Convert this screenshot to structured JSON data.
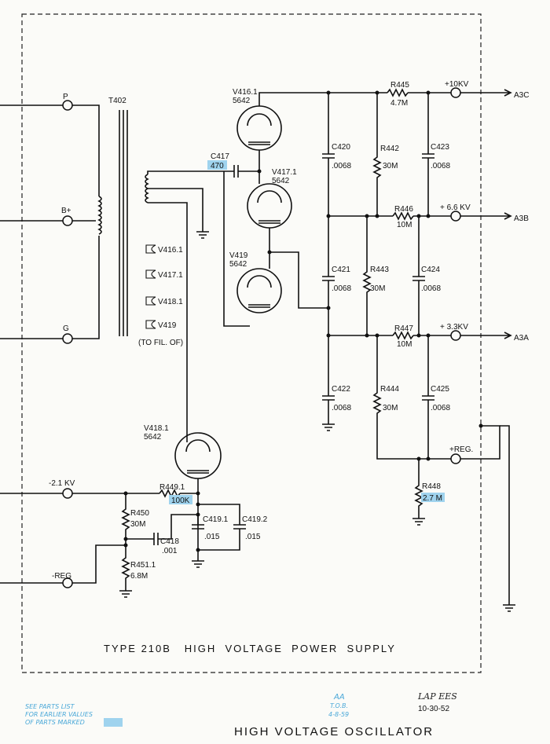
{
  "frame_title": "TYPE 210B   HIGH  VOLTAGE  POWER  SUPPLY",
  "drawing_title": "HIGH VOLTAGE OSCILLATOR",
  "notes": {
    "parts_list": [
      "SEE PARTS LIST",
      "FOR EARLIER VALUES",
      "OF PARTS MARKED"
    ],
    "stamp": [
      "AA",
      "T.O.B.",
      "4-8-59"
    ],
    "signature": "LAP EES",
    "date": "10-30-52"
  },
  "transformer": {
    "ref": "T402",
    "primary_terminals": [
      "P",
      "B+",
      "G"
    ],
    "filament_taps": [
      "V416.1",
      "V417.1",
      "V418.1",
      "V419"
    ],
    "filament_note": "(TO FIL. OF)"
  },
  "tubes": [
    {
      "ref": "V416.1",
      "type": "5642"
    },
    {
      "ref": "V417.1",
      "type": "5642"
    },
    {
      "ref": "V419",
      "type": "5642"
    },
    {
      "ref": "V418.1",
      "type": "5642"
    }
  ],
  "capacitors": [
    {
      "ref": "C417",
      "value": "470"
    },
    {
      "ref": "C420",
      "value": ".0068"
    },
    {
      "ref": "C421",
      "value": ".0068"
    },
    {
      "ref": "C422",
      "value": ".0068"
    },
    {
      "ref": "C423",
      "value": ".0068"
    },
    {
      "ref": "C424",
      "value": ".0068"
    },
    {
      "ref": "C425",
      "value": ".0068"
    },
    {
      "ref": "C418",
      "value": ".001"
    },
    {
      "ref": "C419.1",
      "value": ".015"
    },
    {
      "ref": "C419.2",
      "value": ".015"
    }
  ],
  "resistors": [
    {
      "ref": "R445",
      "value": "4.7M"
    },
    {
      "ref": "R442",
      "value": "30M"
    },
    {
      "ref": "R446",
      "value": "10M"
    },
    {
      "ref": "R443",
      "value": "30M"
    },
    {
      "ref": "R447",
      "value": "10M"
    },
    {
      "ref": "R444",
      "value": "30M"
    },
    {
      "ref": "R448",
      "value": "2.7 M"
    },
    {
      "ref": "R449.1",
      "value": "100K"
    },
    {
      "ref": "R450",
      "value": "30M"
    },
    {
      "ref": "R451.1",
      "value": "6.8M"
    }
  ],
  "outputs": [
    {
      "voltage": "+10KV",
      "label": "A3C"
    },
    {
      "voltage": "+ 6.6 KV",
      "label": "A3B"
    },
    {
      "voltage": "+ 3.3KV",
      "label": "A3A"
    },
    {
      "voltage": "+REG.",
      "label": ""
    }
  ],
  "inputs": [
    "-2.1 KV",
    "-REG"
  ]
}
